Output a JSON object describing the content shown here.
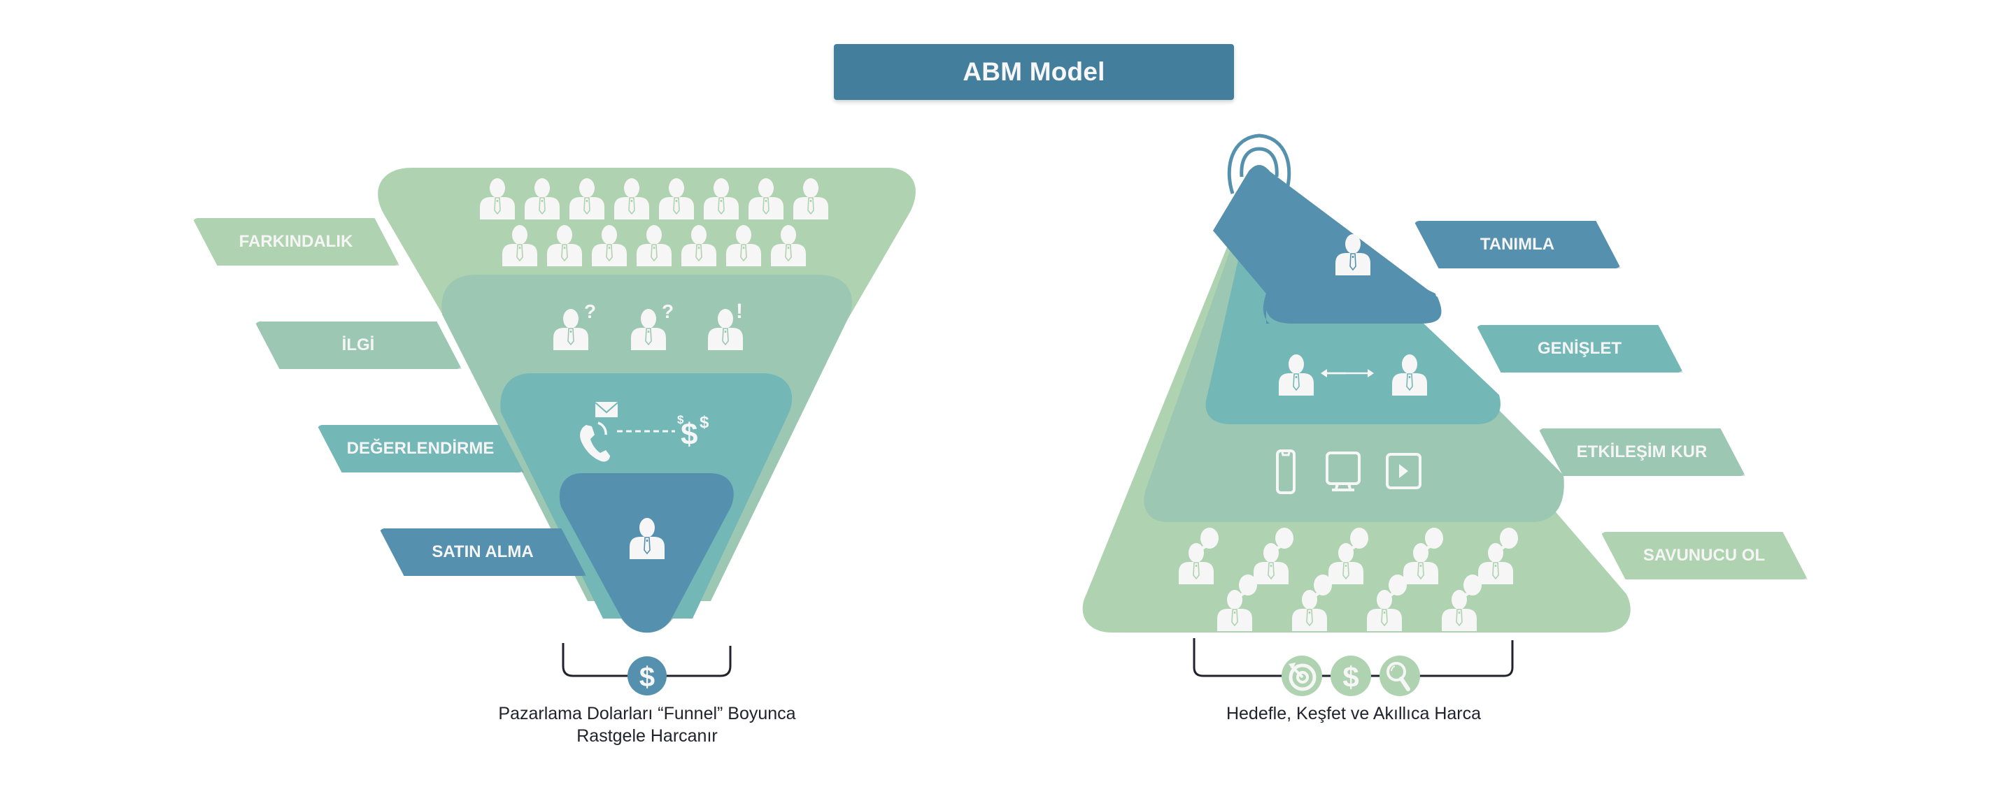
{
  "title": "ABM Model",
  "colors": {
    "title_bg": "#437f9c",
    "green_light": "#afd3b0",
    "green_mid": "#9bc7b3",
    "teal": "#73b7b7",
    "blue": "#5591ae",
    "icon_white": "#f6f6f6",
    "bracket": "#22222e"
  },
  "funnel": {
    "stages": [
      {
        "label": "FARKINDALIK",
        "color": "#afd3b0",
        "icon": "crowd-of-people-icon",
        "people_count": 15
      },
      {
        "label": "İLGİ",
        "color": "#9bc7b3",
        "icon": "curious-people-icon",
        "marks": [
          "?",
          "?",
          "!"
        ]
      },
      {
        "label": "DEĞERLENDİRME",
        "color": "#73b7b7",
        "icon": "phone-mail-to-money-icon"
      },
      {
        "label": "SATIN ALMA",
        "color": "#5591ae",
        "icon": "single-person-icon"
      }
    ],
    "bottom_icon": "dollar-icon",
    "caption_line1": "Pazarlama Dolarları “Funnel” Boyunca",
    "caption_line2": "Rastgele Harcanır"
  },
  "pyramid": {
    "stages": [
      {
        "label": "TANIMLA",
        "color": "#5591ae",
        "icon": "single-person-target-icon"
      },
      {
        "label": "GENİŞLET",
        "color": "#73b7b7",
        "icon": "two-people-connect-icon"
      },
      {
        "label": "ETKİLEŞİM KUR",
        "color": "#9bc7b3",
        "icon": "devices-icon",
        "devices": [
          "phone-icon",
          "monitor-icon",
          "video-play-icon"
        ]
      },
      {
        "label": "SAVUNUCU OL",
        "color": "#afd3b0",
        "icon": "advocates-speech-icon",
        "people_count": 9
      }
    ],
    "bottom_icons": [
      "target-icon",
      "dollar-icon",
      "magnifier-icon"
    ],
    "caption": "Hedefle, Keşfet ve Akıllıca Harca"
  }
}
